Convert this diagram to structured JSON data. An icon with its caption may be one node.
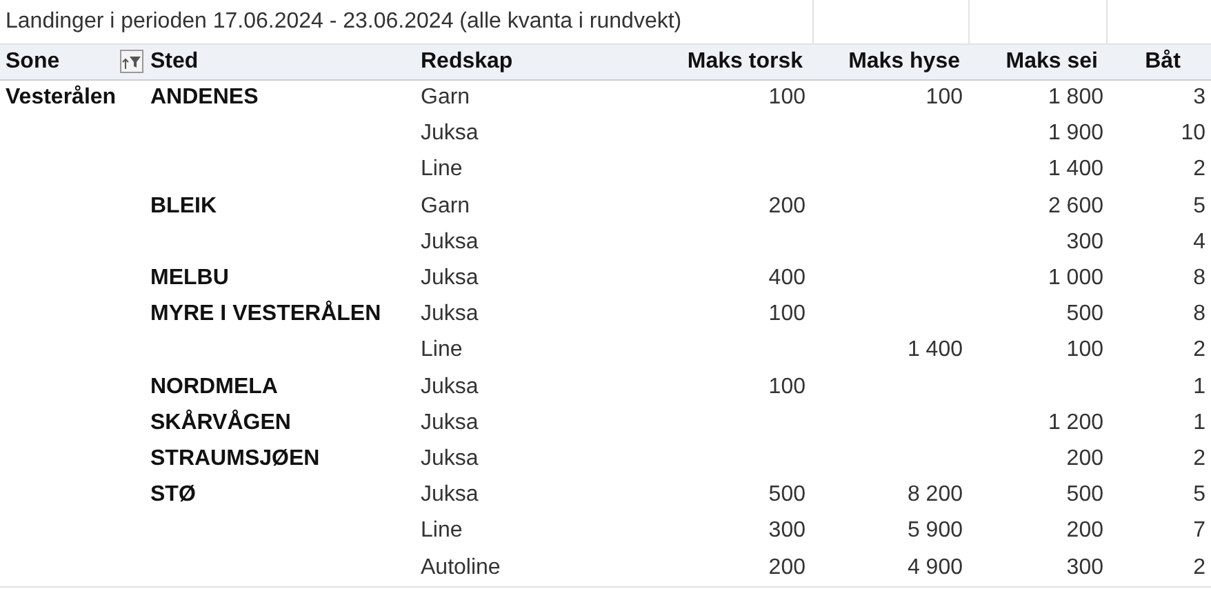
{
  "diagram": {
    "title": "Landinger i perioden 17.06.2024 - 23.06.2024 (alle kvanta i rundvekt)",
    "labels": [
      "Sone",
      "Sted",
      "Redskap",
      "Maks torsk",
      "Maks hyse",
      "Maks sei",
      "Båt",
      "Vesterålen",
      "ANDENES",
      "Garn",
      "100",
      "100",
      "1 800",
      "3",
      "Juksa",
      "1 900",
      "10",
      "Line",
      "1 400",
      "2",
      "BLEIK",
      "Garn",
      "200",
      "2 600",
      "5",
      "Juksa",
      "300",
      "4",
      "MELBU",
      "Juksa",
      "400",
      "1 000",
      "8",
      "MYRE I VESTERÅLEN",
      "Juksa",
      "100",
      "500",
      "8",
      "Line",
      "1 400",
      "100",
      "2",
      "NORDMELA",
      "Juksa",
      "100",
      "1",
      "SKÅRVÅGEN",
      "Juksa",
      "1 200",
      "1",
      "STRAUMSJØEN",
      "Juksa",
      "200",
      "2",
      "STØ",
      "Juksa",
      "500",
      "8 200",
      "500",
      "5",
      "Line",
      "300",
      "5 900",
      "200",
      "7",
      "Autoline",
      "200",
      "4 900",
      "300",
      "2"
    ]
  }
}
